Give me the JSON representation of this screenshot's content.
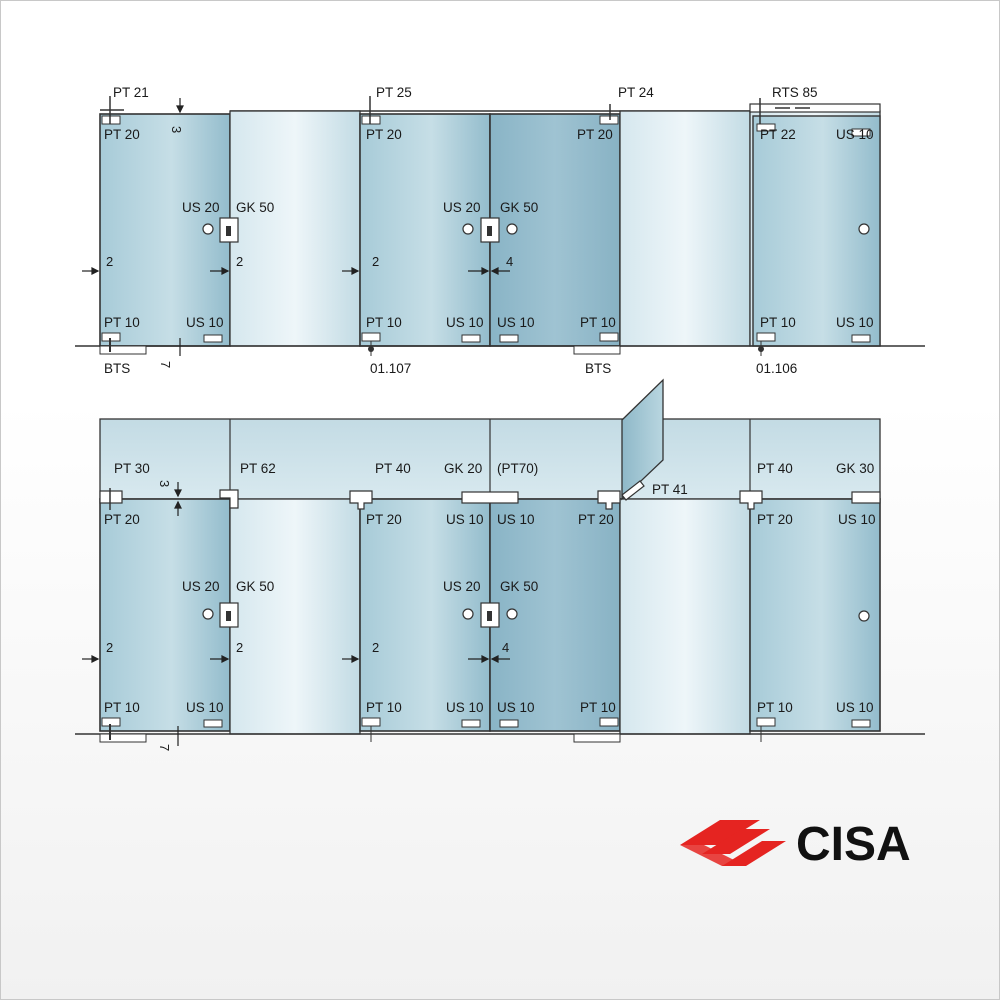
{
  "top_row": {
    "labels": {
      "pt21": "PT 21",
      "pt25": "PT 25",
      "pt24": "PT 24",
      "rts85": "RTS 85",
      "p1_pt20": "PT 20",
      "p1_us20": "US 20",
      "p1_gk50": "GK 50",
      "p1_pt10": "PT 10",
      "p1_us10": "US 10",
      "p3_pt20": "PT 20",
      "p3_us20": "US 20",
      "p3_gk50": "GK 50",
      "p3_pt10": "PT 10",
      "p3_us10": "US 10",
      "p4_pt20": "PT 20",
      "p4_us10": "US 10",
      "p4_pt10": "PT 10",
      "p6_pt22": "PT 22",
      "p6_us10_top": "US 10",
      "p6_pt10": "PT 10",
      "p6_us10": "US 10",
      "bts_left": "BTS",
      "code_01107": "01.107",
      "bts_right": "BTS",
      "code_01106": "01.106"
    },
    "dims": {
      "d3": "3",
      "d2a": "2",
      "d2b": "2",
      "d2c": "2",
      "d4": "4",
      "d7": "7"
    }
  },
  "bottom_row": {
    "labels": {
      "pt30": "PT 30",
      "pt62": "PT 62",
      "pt40a": "PT 40",
      "gk20": "GK 20",
      "pt70": "(PT70)",
      "pt41": "PT 41",
      "pt40b": "PT 40",
      "gk30": "GK 30",
      "p1_pt20": "PT 20",
      "p1_us20": "US 20",
      "p1_gk50": "GK 50",
      "p1_pt10": "PT 10",
      "p1_us10": "US 10",
      "p3_pt20": "PT 20",
      "p3_us10_top": "US 10",
      "p3_us20": "US 20",
      "p3_gk50": "GK 50",
      "p3_pt10": "PT 10",
      "p3_us10": "US 10",
      "p4_us10_top": "US 10",
      "p4_pt20": "PT 20",
      "p4_us10": "US 10",
      "p4_pt10": "PT 10",
      "p6_pt20": "PT 20",
      "p6_us10_top": "US 10",
      "p6_pt10": "PT 10",
      "p6_us10": "US 10"
    },
    "dims": {
      "d3": "3",
      "d2a": "2",
      "d2b": "2",
      "d2c": "2",
      "d4": "4",
      "d7": "7"
    }
  },
  "logo": {
    "text": "CISA",
    "color": "#e52421"
  }
}
